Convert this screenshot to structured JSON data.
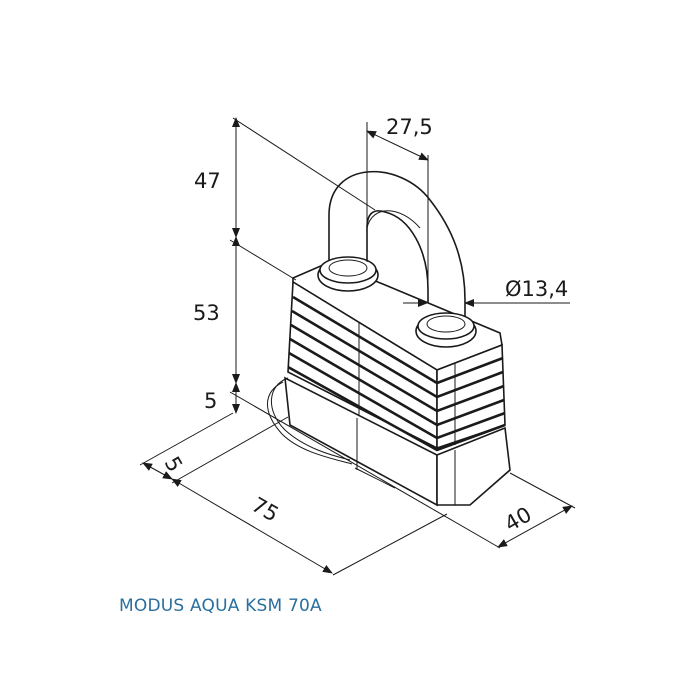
{
  "product_label": "MODUS AQUA KSM 70A",
  "dimensions": {
    "shackle_clearance": "47",
    "body_height": "53",
    "bottom_offset": "5",
    "shackle_spacing": "27,5",
    "shackle_diameter": "Ø13,4",
    "side_offset": "5",
    "body_width": "75",
    "body_depth": "40"
  },
  "colors": {
    "caption": "#2a6f9e",
    "line": "#1a1a1a"
  }
}
